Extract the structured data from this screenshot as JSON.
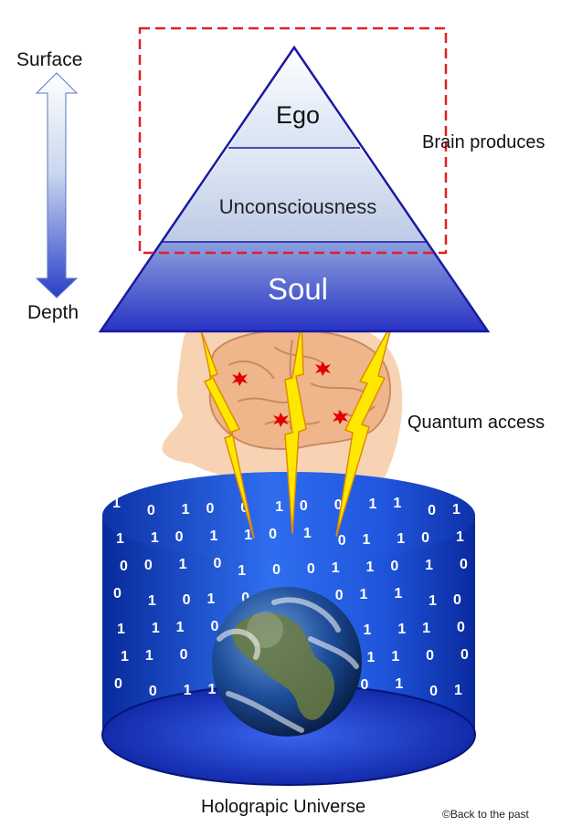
{
  "labels": {
    "surface": "Surface",
    "depth": "Depth",
    "brain_produces": "Brain produces",
    "quantum_access": "Quantum access",
    "holographic_universe": "Holograpic Universe",
    "copyright": "©Back to the past"
  },
  "pyramid": {
    "ego": "Ego",
    "unconsciousness": "Unconsciousness",
    "soul": "Soul"
  },
  "binary_digits": [
    "1",
    "0",
    "1",
    "0",
    "0",
    "1",
    "0",
    "0",
    "1",
    "1",
    "0",
    "1",
    "1",
    "1",
    "0",
    "1",
    "1",
    "0",
    "1",
    "0",
    "1",
    "1",
    "0",
    "1",
    "0",
    "0",
    "1",
    "0",
    "1",
    "0",
    "0",
    "1",
    "1",
    "0",
    "1",
    "0",
    "0",
    "1",
    "0",
    "1",
    "0",
    "1",
    "1",
    "0",
    "1",
    "1",
    "1",
    "0",
    "1",
    "1",
    "1",
    "0",
    "1",
    "0",
    "0",
    "1",
    "1",
    "1",
    "1",
    "0",
    "1",
    "1",
    "0",
    "1",
    "1",
    "0",
    "1",
    "0",
    "1",
    "1",
    "0",
    "0",
    "0",
    "0",
    "1",
    "1",
    "1",
    "0",
    "0",
    "1",
    "0",
    "1",
    "0",
    "1"
  ],
  "colors": {
    "frame_dash": "#e02020",
    "pyramid_outline": "#1a1aa0",
    "cylinder_dark": "#0b2fb8",
    "lightning": "#ffe800",
    "head": "#f6ccaa",
    "brain": "#f0b890",
    "spark": "#e00000"
  }
}
